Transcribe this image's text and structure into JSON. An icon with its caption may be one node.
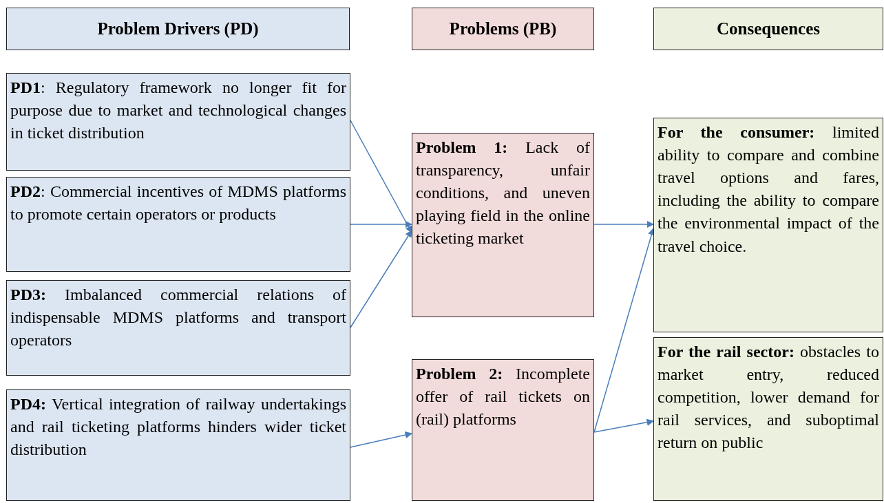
{
  "diagram": {
    "nodes": [
      {
        "text": [
          "Problem Drivers (PD)"
        ]
      },
      {
        "text": [
          "Problems (PB)"
        ]
      },
      {
        "text": [
          "Consequences"
        ]
      },
      {
        "text": [
          "**PD1**: Regulatory framework no longer fit for purpose due to market and technological changes in ticket distribution"
        ]
      },
      {
        "text": [
          "**PD2**: Commercial incentives of MDMS platforms to promote certain operators or products"
        ]
      },
      {
        "text": [
          "**PD3:** Imbalanced commercial relations of indispensable MDMS platforms and transport operators"
        ]
      },
      {
        "text": [
          "**PD4:** Vertical integration of railway undertakings and rail ticketing platforms hinders wider ticket distribution"
        ]
      },
      {
        "text": [
          "**Problem 1:** Lack of transparency, unfair conditions, and uneven playing field in the online ticketing market"
        ]
      },
      {
        "text": [
          "**Problem 2:** Incomplete offer of rail tickets on (rail) platforms"
        ]
      },
      {
        "text": [
          "**For the consumer:** limited ability to compare and combine travel options and fares, including the ability to compare the environmental impact of the travel choice."
        ]
      },
      {
        "text": [
          "**For the rail sector:** obstacles to market entry, reduced competition, lower demand for rail services, and suboptimal return on public"
        ]
      }
    ],
    "edges": [
      {
        "from": 3,
        "to": 7,
        "arrow": "to"
      },
      {
        "from": 4,
        "to": 7,
        "arrow": "to"
      },
      {
        "from": 5,
        "to": 7,
        "arrow": "to"
      },
      {
        "from": 6,
        "to": 8,
        "arrow": "to"
      },
      {
        "from": 7,
        "to": 9,
        "arrow": "to"
      },
      {
        "from": 8,
        "to": 9,
        "arrow": "to"
      },
      {
        "from": 8,
        "to": 10,
        "arrow": "to"
      }
    ]
  }
}
